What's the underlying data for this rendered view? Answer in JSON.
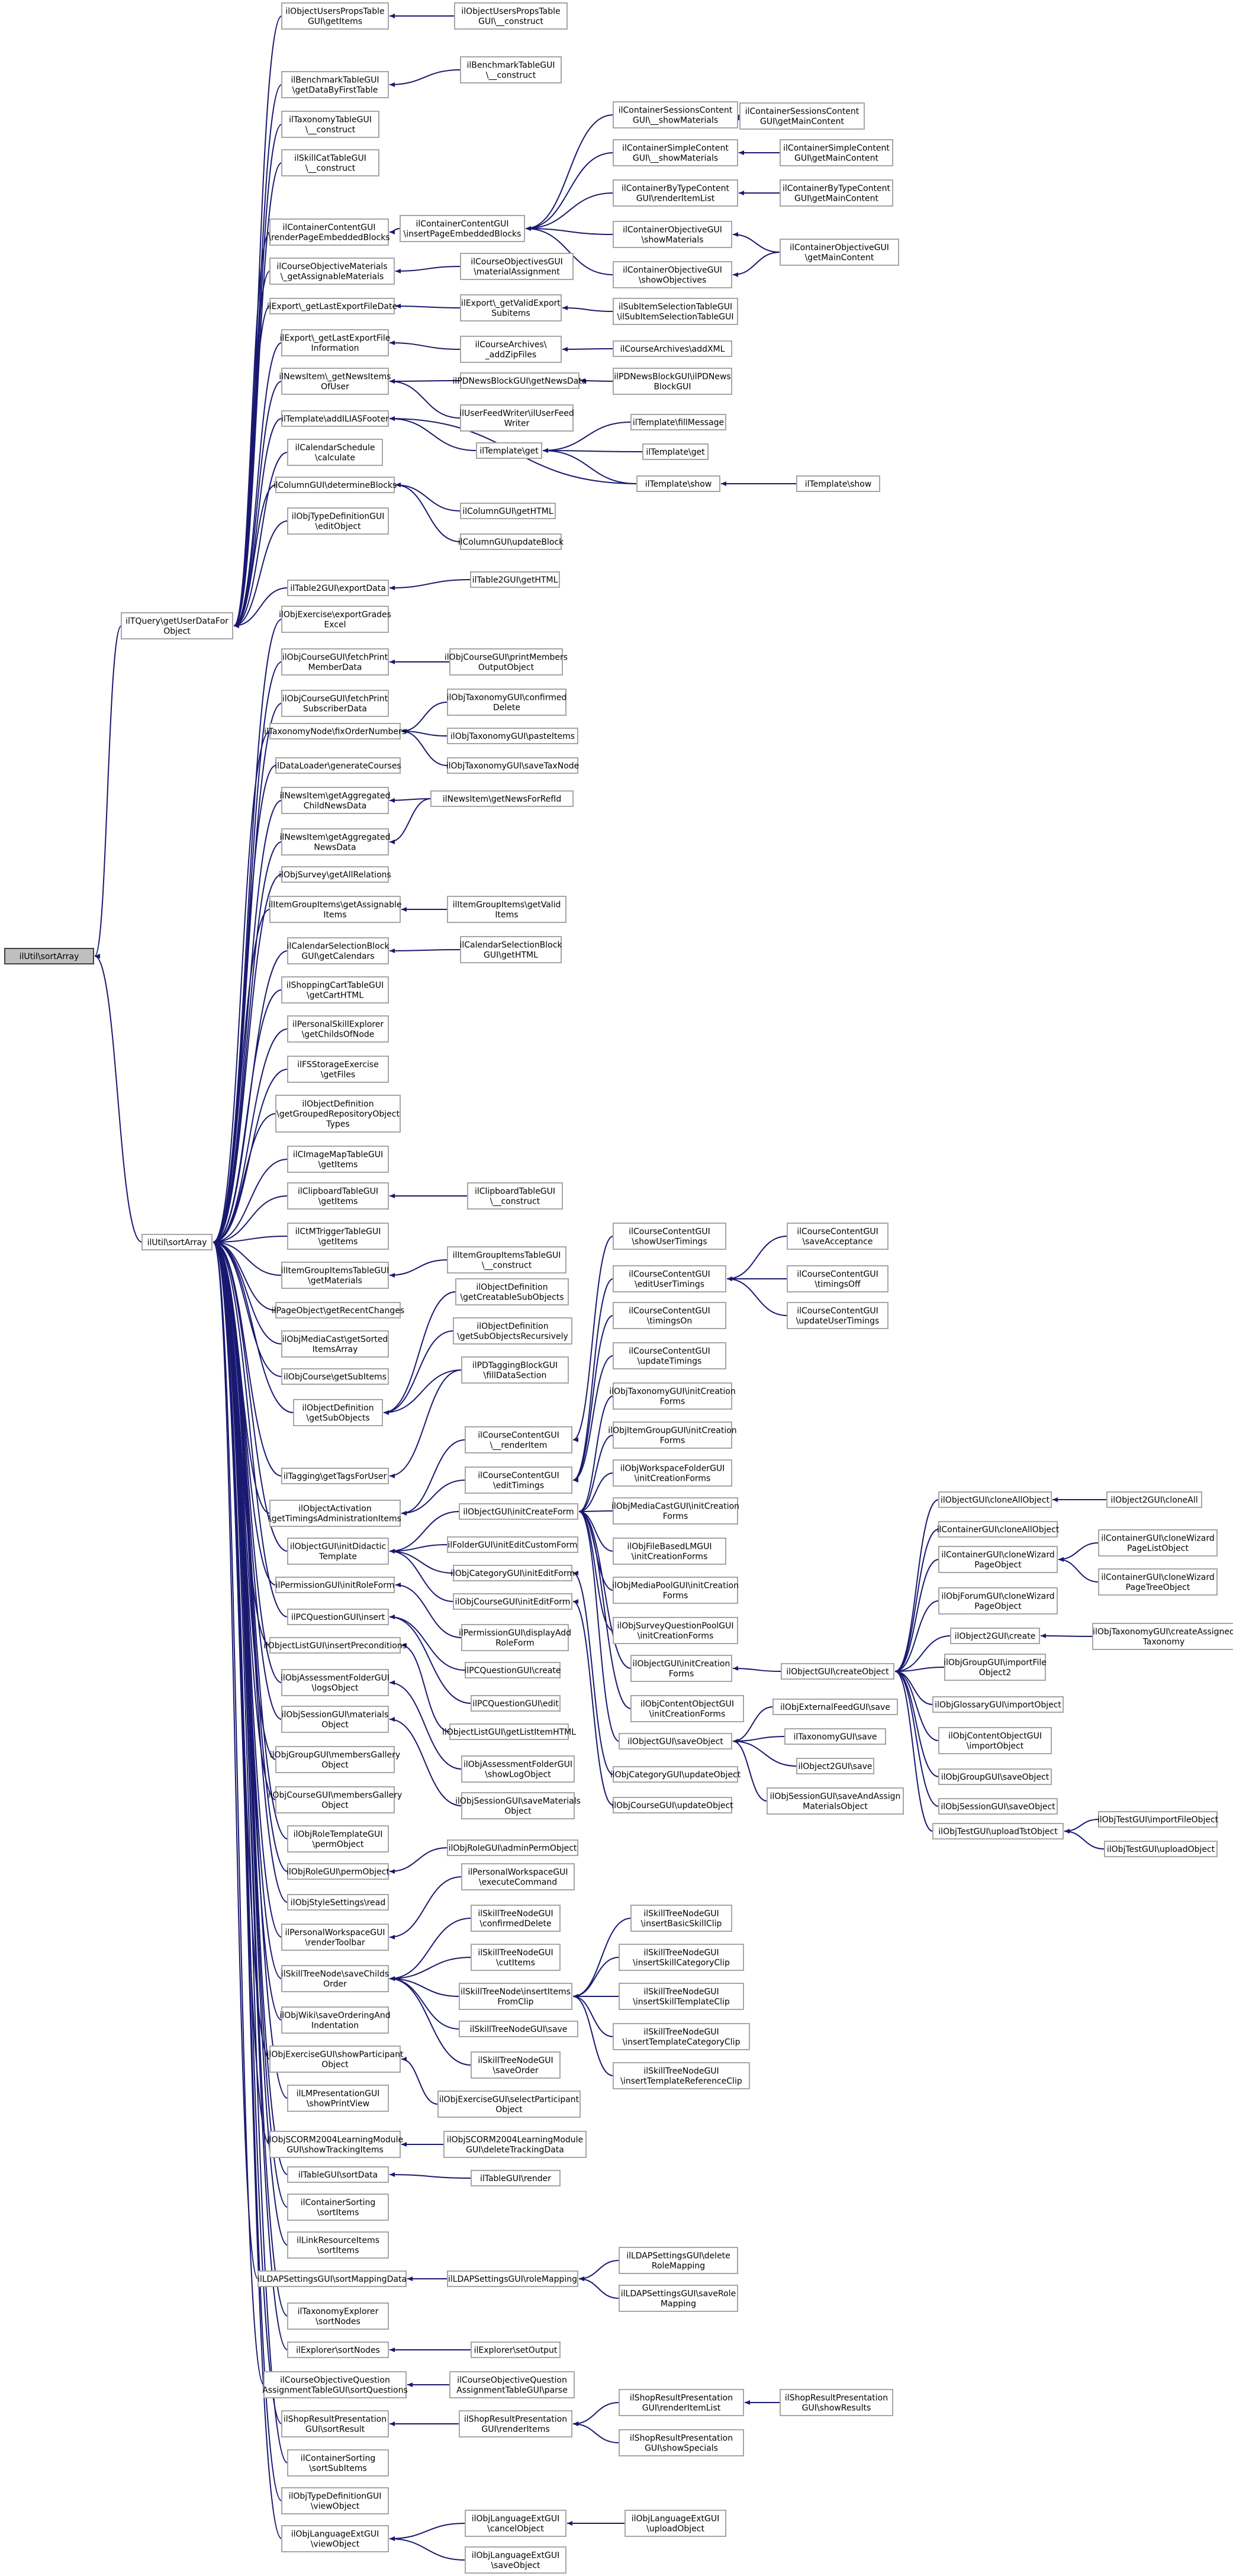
{
  "graph": {
    "edge_color": "#191970",
    "node_border_color": "#a6a6a6",
    "root_fill_color": "#bfbfbf",
    "nodes": [
      {
        "id": "root",
        "label": "ilUtil\\sortArray",
        "root": true
      },
      {
        "id": "ilTQuery",
        "label": "ilTQuery\\getUserDataFor\nObject"
      },
      {
        "id": "ilUtilSortArray",
        "label": "ilUtil\\sortArray"
      },
      {
        "id": "n_oupt",
        "label": "ilObjectUsersPropsTable\nGUI\\getItems"
      },
      {
        "id": "n_ouptc",
        "label": "ilObjectUsersPropsTable\nGUI\\__construct"
      },
      {
        "id": "n_btg",
        "label": "ilBenchmarkTableGUI\n\\getDataByFirstTable"
      },
      {
        "id": "n_btgc",
        "label": "ilBenchmarkTableGUI\n\\__construct"
      },
      {
        "id": "n_tax",
        "label": "ilTaxonomyTableGUI\n\\__construct"
      },
      {
        "id": "n_skc",
        "label": "ilSkillCatTableGUI\n\\__construct"
      },
      {
        "id": "n_ccg_rpe",
        "label": "ilContainerContentGUI\n\\renderPageEmbeddedBlocks"
      },
      {
        "id": "n_ccg_ipe",
        "label": "ilContainerContentGUI\n\\insertPageEmbeddedBlocks"
      },
      {
        "id": "n_csc_sm",
        "label": "ilContainerSessionsContent\nGUI\\__showMaterials"
      },
      {
        "id": "n_csc_gmc",
        "label": "ilContainerSessionsContent\nGUI\\getMainContent"
      },
      {
        "id": "n_csimp_sm",
        "label": "ilContainerSimpleContent\nGUI\\__showMaterials"
      },
      {
        "id": "n_csimp_gmc",
        "label": "ilContainerSimpleContent\nGUI\\getMainContent"
      },
      {
        "id": "n_cbt_ri",
        "label": "ilContainerByTypeContent\nGUI\\renderItemList"
      },
      {
        "id": "n_cbt_gmc",
        "label": "ilContainerByTypeContent\nGUI\\getMainContent"
      },
      {
        "id": "n_cobj_sm",
        "label": "ilContainerObjectiveGUI\n\\showMaterials"
      },
      {
        "id": "n_cobj_gmc",
        "label": "ilContainerObjectiveGUI\n\\getMainContent"
      },
      {
        "id": "n_cobj_so",
        "label": "ilContainerObjectiveGUI\n\\showObjectives"
      },
      {
        "id": "n_com_ga",
        "label": "ilCourseObjectiveMaterials\n\\_getAssignableMaterials"
      },
      {
        "id": "n_cog_ma",
        "label": "ilCourseObjectivesGUI\n\\materialAssignment"
      },
      {
        "id": "n_exp_gl",
        "label": "ilExport\\_getLastExportFileDate"
      },
      {
        "id": "n_exp_gv",
        "label": "ilExport\\_getValidExport\nSubitems"
      },
      {
        "id": "n_subsel",
        "label": "ilSubItemSelectionTableGUI\n\\ilSubItemSelectionTableGUI"
      },
      {
        "id": "n_exp_gli",
        "label": "ilExport\\_getLastExportFile\nInformation"
      },
      {
        "id": "n_ca_add",
        "label": "ilCourseArchives\\\n_addZipFiles"
      },
      {
        "id": "n_ca_xml",
        "label": "ilCourseArchives\\addXML"
      },
      {
        "id": "n_news_gni",
        "label": "ilNewsItem\\_getNewsItems\nOfUser"
      },
      {
        "id": "n_pdnb_gnd",
        "label": "ilPDNewsBlockGUI\\getNewsData"
      },
      {
        "id": "n_pdnb_c",
        "label": "ilPDNewsBlockGUI\\ilPDNews\nBlockGUI"
      },
      {
        "id": "n_ufw",
        "label": "ilUserFeedWriter\\ilUserFeed\nWriter"
      },
      {
        "id": "n_tpl_alf",
        "label": "ilTemplate\\addILIASFooter"
      },
      {
        "id": "n_tpl_fm",
        "label": "ilTemplate\\fillMessage"
      },
      {
        "id": "n_tpl_get",
        "label": "ilTemplate\\get"
      },
      {
        "id": "n_tpl_get2",
        "label": "ilTemplate\\get"
      },
      {
        "id": "n_tpl_show",
        "label": "ilTemplate\\show"
      },
      {
        "id": "n_tpl_show2",
        "label": "ilTemplate\\show"
      },
      {
        "id": "n_cal_calc",
        "label": "ilCalendarSchedule\n\\calculate"
      },
      {
        "id": "n_col_db",
        "label": "ilColumnGUI\\determineBlocks"
      },
      {
        "id": "n_col_gh",
        "label": "ilColumnGUI\\getHTML"
      },
      {
        "id": "n_col_ub",
        "label": "ilColumnGUI\\updateBlock"
      },
      {
        "id": "n_otd_eo",
        "label": "ilObjTypeDefinitionGUI\n\\editObject"
      },
      {
        "id": "n_t2_ed",
        "label": "ilTable2GUI\\exportData"
      },
      {
        "id": "n_t2_gh",
        "label": "ilTable2GUI\\getHTML"
      },
      {
        "id": "n_oex_eg",
        "label": "ilObjExercise\\exportGrades\nExcel"
      },
      {
        "id": "n_ocg_fpmd",
        "label": "ilObjCourseGUI\\fetchPrint\nMemberData"
      },
      {
        "id": "n_ocg_pmo",
        "label": "ilObjCourseGUI\\printMembers\nOutputObject"
      },
      {
        "id": "n_ocg_fpsd",
        "label": "ilObjCourseGUI\\fetchPrint\nSubscriberData"
      },
      {
        "id": "n_taxn_fon",
        "label": "ilTaxonomyNode\\fixOrderNumbers"
      },
      {
        "id": "n_otx_cd",
        "label": "ilObjTaxonomyGUI\\confirmed\nDelete"
      },
      {
        "id": "n_otx_pi",
        "label": "ilObjTaxonomyGUI\\pasteItems"
      },
      {
        "id": "n_otx_stn",
        "label": "ilObjTaxonomyGUI\\saveTaxNode"
      },
      {
        "id": "n_dl_gc",
        "label": "ilDataLoader\\generateCourses"
      },
      {
        "id": "n_ni_gacn",
        "label": "ilNewsItem\\getAggregated\nChildNewsData"
      },
      {
        "id": "n_ni_gnfr",
        "label": "ilNewsItem\\getNewsForRefId"
      },
      {
        "id": "n_ni_gan",
        "label": "ilNewsItem\\getAggregated\nNewsData"
      },
      {
        "id": "n_os_gar",
        "label": "ilObjSurvey\\getAllRelations"
      },
      {
        "id": "n_igi_gai",
        "label": "ilItemGroupItems\\getAssignable\nItems"
      },
      {
        "id": "n_igi_gvi",
        "label": "ilItemGroupItems\\getValid\nItems"
      },
      {
        "id": "n_csb_gc",
        "label": "ilCalendarSelectionBlock\nGUI\\getCalendars"
      },
      {
        "id": "n_csb_gh",
        "label": "ilCalendarSelectionBlock\nGUI\\getHTML"
      },
      {
        "id": "n_sct_gch",
        "label": "ilShoppingCartTableGUI\n\\getCartHTML"
      },
      {
        "id": "n_pse_gco",
        "label": "ilPersonalSkillExplorer\n\\getChildsOfNode"
      },
      {
        "id": "n_fss_gf",
        "label": "ilFSStorageExercise\n\\getFiles"
      },
      {
        "id": "n_od_ggro",
        "label": "ilObjectDefinition\n\\getGroupedRepositoryObject\nTypes"
      },
      {
        "id": "n_cmt_gi",
        "label": "ilCImageMapTableGUI\n\\getItems"
      },
      {
        "id": "n_cbt_gi",
        "label": "ilClipboardTableGUI\n\\getItems"
      },
      {
        "id": "n_cbt_c",
        "label": "ilClipboardTableGUI\n\\__construct"
      },
      {
        "id": "n_cxt_gi",
        "label": "ilCtMTriggerTableGUI\n\\getItems"
      },
      {
        "id": "n_igit_gm",
        "label": "ilItemGroupItemsTableGUI\n\\getMaterials"
      },
      {
        "id": "n_igit_c",
        "label": "ilItemGroupItemsTableGUI\n\\__construct"
      },
      {
        "id": "n_pob_grc",
        "label": "ilPageObject\\getRecentChanges"
      },
      {
        "id": "n_omc_gsi",
        "label": "ilObjMediaCast\\getSorted\nItemsArray"
      },
      {
        "id": "n_oc_gsi",
        "label": "ilObjCourse\\getSubItems"
      },
      {
        "id": "n_od_gso",
        "label": "ilObjectDefinition\n\\getSubObjects"
      },
      {
        "id": "n_od_gcso",
        "label": "ilObjectDefinition\n\\getCreatableSubObjects"
      },
      {
        "id": "n_od_gsor",
        "label": "ilObjectDefinition\n\\getSubObjectsRecursively"
      },
      {
        "id": "n_pdtb_fds",
        "label": "ilPDTaggingBlockGUI\n\\fillDataSection"
      },
      {
        "id": "n_tag_gtu",
        "label": "ilTagging\\getTagsForUser"
      },
      {
        "id": "n_oa_gti",
        "label": "ilObjectActivation\n\\getTimingsAdministrationItems"
      },
      {
        "id": "n_ccg_sut",
        "label": "ilCourseContentGUI\n\\showUserTimings"
      },
      {
        "id": "n_ccg_ss",
        "label": "ilCourseContentGUI\n\\saveAcceptance"
      },
      {
        "id": "n_ccg_eut",
        "label": "ilCourseContentGUI\n\\editUserTimings"
      },
      {
        "id": "n_ccg_to",
        "label": "ilCourseContentGUI\n\\timingsOff"
      },
      {
        "id": "n_ccg_uut",
        "label": "ilCourseContentGUI\n\\updateUserTimings"
      },
      {
        "id": "n_ccg_ton",
        "label": "ilCourseContentGUI\n\\timingsOn"
      },
      {
        "id": "n_ccg_ut",
        "label": "ilCourseContentGUI\n\\updateTimings"
      },
      {
        "id": "n_ccg_ri",
        "label": "ilCourseContentGUI\n\\__renderItem"
      },
      {
        "id": "n_ccg_et",
        "label": "ilCourseContentGUI\n\\editTimings"
      },
      {
        "id": "n_ogu_idt",
        "label": "ilObjectGUI\\initDidactic\nTemplate"
      },
      {
        "id": "n_ogu_icf",
        "label": "ilObjectGUI\\initCreateForm"
      },
      {
        "id": "n_otax_icf",
        "label": "ilObjTaxonomyGUI\\initCreation\nForms"
      },
      {
        "id": "n_oig_icf",
        "label": "ilObjItemGroupGUI\\initCreation\nForms"
      },
      {
        "id": "n_owf_icf",
        "label": "ilObjWorkspaceFolderGUI\n\\initCreationForms"
      },
      {
        "id": "n_omc_icf",
        "label": "ilObjMediaCastGUI\\initCreation\nForms"
      },
      {
        "id": "n_ofbl_icf",
        "label": "ilObjFileBasedLMGUI\n\\initCreationForms"
      },
      {
        "id": "n_ompo_icf",
        "label": "ilObjMediaPoolGUI\\initCreation\nForms"
      },
      {
        "id": "n_osqp_icf",
        "label": "ilObjSurveyQuestionPoolGUI\n\\initCreationForms"
      },
      {
        "id": "n_ogu_icf2",
        "label": "ilObjectGUI\\initCreation\nForms"
      },
      {
        "id": "n_ocog_icf",
        "label": "ilObjContentObjectGUI\n\\initCreationForms"
      },
      {
        "id": "n_ffg_ief",
        "label": "ilFolderGUI\\initEditCustomForm"
      },
      {
        "id": "n_ocat_ief",
        "label": "ilObjCategoryGUI\\initEditForm"
      },
      {
        "id": "n_ocrs_ief",
        "label": "ilObjCourseGUI\\initEditForm"
      },
      {
        "id": "n_pg_irf",
        "label": "ilPermissionGUI\\initRoleForm"
      },
      {
        "id": "n_pg_ar",
        "label": "ilPermissionGUI\\displayAdd\nRoleForm"
      },
      {
        "id": "n_qg_ins",
        "label": "ilPCQuestionGUI\\insert"
      },
      {
        "id": "n_qg_cr",
        "label": "ilPCQuestionGUI\\create"
      },
      {
        "id": "n_qg_ed",
        "label": "ilPCQuestionGUI\\edit"
      },
      {
        "id": "n_olg_ip",
        "label": "ilObjectListGUI\\insertPreconditions"
      },
      {
        "id": "n_olg_gli",
        "label": "ilObjectListGUI\\getListItemHTML"
      },
      {
        "id": "n_oafg_lo",
        "label": "ilObjAssessmentFolderGUI\n\\logsObject"
      },
      {
        "id": "n_oafg_slo",
        "label": "ilObjAssessmentFolderGUI\n\\showLogObject"
      },
      {
        "id": "n_osg_mo",
        "label": "ilObjSessionGUI\\materials\nObject"
      },
      {
        "id": "n_osg_smo",
        "label": "ilObjSessionGUI\\saveMaterials\nObject"
      },
      {
        "id": "n_ogg_mgo",
        "label": "ilObjGroupGUI\\membersGallery\nObject"
      },
      {
        "id": "n_ocg_mgo",
        "label": "ilObjCourseGUI\\membersGallery\nObject"
      },
      {
        "id": "n_ortg_po",
        "label": "ilObjRoleTemplateGUI\n\\permObject"
      },
      {
        "id": "n_orlg_po",
        "label": "ilObjRoleGUI\\permObject"
      },
      {
        "id": "n_orlg_apo",
        "label": "ilObjRoleGUI\\adminPermObject"
      },
      {
        "id": "n_osty_sr",
        "label": "ilObjStyleSettings\\read"
      },
      {
        "id": "n_pwg_rt",
        "label": "ilPersonalWorkspaceGUI\n\\renderToolbar"
      },
      {
        "id": "n_pwg_ec",
        "label": "ilPersonalWorkspaceGUI\n\\executeCommand"
      },
      {
        "id": "n_stn_sco",
        "label": "ilSkillTreeNode\\saveChilds\nOrder"
      },
      {
        "id": "n_stng_cd",
        "label": "ilSkillTreeNodeGUI\n\\confirmedDelete"
      },
      {
        "id": "n_stng_ci",
        "label": "ilSkillTreeNodeGUI\n\\cutItems"
      },
      {
        "id": "n_stn_iifc",
        "label": "ilSkillTreeNode\\insertItems\nFromClip"
      },
      {
        "id": "n_stng_ibs",
        "label": "ilSkillTreeNodeGUI\n\\insertBasicSkillClip"
      },
      {
        "id": "n_stng_isc",
        "label": "ilSkillTreeNodeGUI\n\\insertSkillCategoryClip"
      },
      {
        "id": "n_stng_ist",
        "label": "ilSkillTreeNodeGUI\n\\insertSkillTemplateClip"
      },
      {
        "id": "n_stng_itc",
        "label": "ilSkillTreeNodeGUI\n\\insertTemplateCategoryClip"
      },
      {
        "id": "n_stng_itr",
        "label": "ilSkillTreeNodeGUI\n\\insertTemplateReferenceClip"
      },
      {
        "id": "n_stng_sv",
        "label": "ilSkillTreeNodeGUI\\save"
      },
      {
        "id": "n_stng_so",
        "label": "ilSkillTreeNodeGUI\n\\saveOrder"
      },
      {
        "id": "n_owki_soi",
        "label": "ilObjWiki\\saveOrderingAnd\nIndentation"
      },
      {
        "id": "n_oexg_spo",
        "label": "ilObjExerciseGUI\\showParticipant\nObject"
      },
      {
        "id": "n_oexg_sel",
        "label": "ilObjExerciseGUI\\selectParticipant\nObject"
      },
      {
        "id": "n_lmp_spv",
        "label": "ilLMPresentationGUI\n\\showPrintView"
      },
      {
        "id": "n_scorm_sti",
        "label": "ilObjSCORM2004LearningModule\nGUI\\showTrackingItems"
      },
      {
        "id": "n_scorm_dtd",
        "label": "ilObjSCORM2004LearningModule\nGUI\\deleteTrackingData"
      },
      {
        "id": "n_tg_sd",
        "label": "ilTableGUI\\sortData"
      },
      {
        "id": "n_tg_r",
        "label": "ilTableGUI\\render"
      },
      {
        "id": "n_cs_si",
        "label": "ilContainerSorting\n\\sortItems"
      },
      {
        "id": "n_lri_si",
        "label": "ilLinkResourceItems\n\\sortItems"
      },
      {
        "id": "n_ldap_smd",
        "label": "ilLDAPSettingsGUI\\sortMappingData"
      },
      {
        "id": "n_ldap_rm",
        "label": "ilLDAPSettingsGUI\\roleMapping"
      },
      {
        "id": "n_ldap_drm",
        "label": "ilLDAPSettingsGUI\\delete\nRoleMapping"
      },
      {
        "id": "n_ldap_srm",
        "label": "ilLDAPSettingsGUI\\saveRole\nMapping"
      },
      {
        "id": "n_te_sn",
        "label": "ilTaxonomyExplorer\n\\sortNodes"
      },
      {
        "id": "n_ex_sn",
        "label": "ilExplorer\\sortNodes"
      },
      {
        "id": "n_ex_so",
        "label": "ilExplorer\\setOutput"
      },
      {
        "id": "n_coqa_sq",
        "label": "ilCourseObjectiveQuestion\nAssignmentTableGUI\\sortQuestions"
      },
      {
        "id": "n_coqa_p",
        "label": "ilCourseObjectiveQuestion\nAssignmentTableGUI\\parse"
      },
      {
        "id": "n_srp_sr",
        "label": "ilShopResultPresentation\nGUI\\sortResult"
      },
      {
        "id": "n_srp_ri",
        "label": "ilShopResultPresentation\nGUI\\renderItems"
      },
      {
        "id": "n_srp_ril",
        "label": "ilShopResultPresentation\nGUI\\renderItemList"
      },
      {
        "id": "n_srp_shr",
        "label": "ilShopResultPresentation\nGUI\\showResults"
      },
      {
        "id": "n_srp_ss",
        "label": "ilShopResultPresentation\nGUI\\showSpecials"
      },
      {
        "id": "n_cs_ssi",
        "label": "ilContainerSorting\n\\sortSubItems"
      },
      {
        "id": "n_otdg_vo",
        "label": "ilObjTypeDefinitionGUI\n\\viewObject"
      },
      {
        "id": "n_olex_vo",
        "label": "ilObjLanguageExtGUI\n\\viewObject"
      },
      {
        "id": "n_olex_co",
        "label": "ilObjLanguageExtGUI\n\\cancelObject"
      },
      {
        "id": "n_olex_uo",
        "label": "ilObjLanguageExtGUI\n\\uploadObject"
      },
      {
        "id": "n_olex_so",
        "label": "ilObjLanguageExtGUI\n\\saveObject"
      },
      {
        "id": "n_ogu_co",
        "label": "ilObjectGUI\\createObject"
      },
      {
        "id": "n_ogu_clo",
        "label": "ilObjectGUI\\cloneAllObject"
      },
      {
        "id": "n_o2g_ca",
        "label": "ilObject2GUI\\cloneAll"
      },
      {
        "id": "n_cgu_clo",
        "label": "ilContainerGUI\\cloneAllObject"
      },
      {
        "id": "n_cgu_cw",
        "label": "ilContainerGUI\\cloneWizard\nPageObject"
      },
      {
        "id": "n_cgu_cwl",
        "label": "ilContainerGUI\\cloneWizard\nPageListObject"
      },
      {
        "id": "n_cgu_cwt",
        "label": "ilContainerGUI\\cloneWizard\nPageTreeObject"
      },
      {
        "id": "n_ofg_cw",
        "label": "ilObjForumGUI\\cloneWizard\nPageObject"
      },
      {
        "id": "n_o2g_cr",
        "label": "ilObject2GUI\\create"
      },
      {
        "id": "n_otax_ct",
        "label": "ilObjTaxonomyGUI\\createAssigned\nTaxonomy"
      },
      {
        "id": "n_ogrp_if",
        "label": "ilObjGroupGUI\\importFile\nObject2"
      },
      {
        "id": "n_ogls_io",
        "label": "ilObjGlossaryGUI\\importObject"
      },
      {
        "id": "n_ocog_io",
        "label": "ilObjContentObjectGUI\n\\importObject"
      },
      {
        "id": "n_ogrp_so",
        "label": "ilObjGroupGUI\\saveObject"
      },
      {
        "id": "n_osg_so",
        "label": "ilObjSessionGUI\\saveObject"
      },
      {
        "id": "n_otst_uto",
        "label": "ilObjTestGUI\\uploadTstObject"
      },
      {
        "id": "n_otst_ifo",
        "label": "ilObjTestGUI\\importFileObject"
      },
      {
        "id": "n_otst_uo",
        "label": "ilObjTestGUI\\uploadObject"
      },
      {
        "id": "n_ogu_so",
        "label": "ilObjectGUI\\saveObject"
      },
      {
        "id": "n_oerf_s",
        "label": "ilObjExternalFeedGUI\\save"
      },
      {
        "id": "n_otax_s",
        "label": "ilTaxonomyGUI\\save"
      },
      {
        "id": "n_o2g_s",
        "label": "ilObject2GUI\\save"
      },
      {
        "id": "n_osg_sam",
        "label": "ilObjSessionGUI\\saveAndAssign\nMaterialsObject"
      },
      {
        "id": "n_ocat_uo",
        "label": "ilObjCategoryGUI\\updateObject"
      },
      {
        "id": "n_ocrs_uo",
        "label": "ilObjCourseGUI\\updateObject"
      }
    ]
  }
}
